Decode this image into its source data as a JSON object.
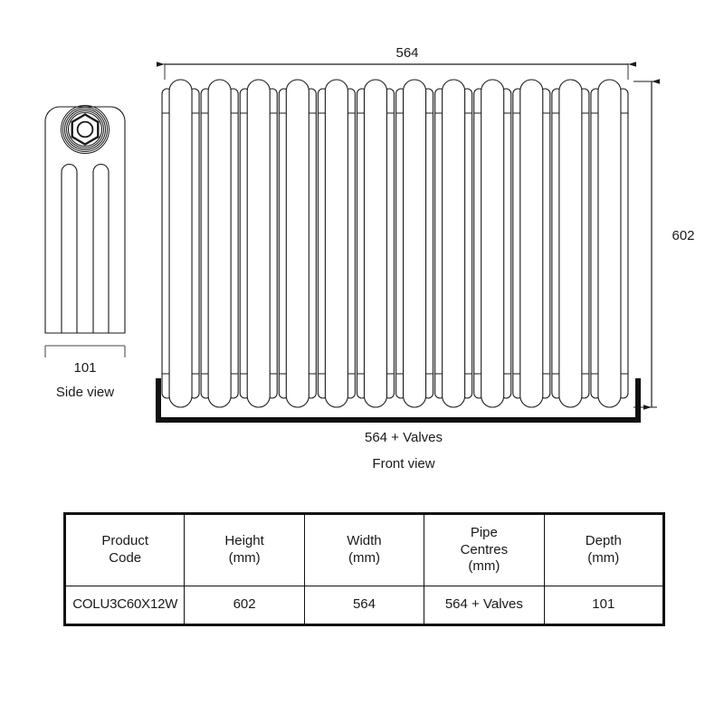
{
  "drawing": {
    "front_view": {
      "caption": "Front view",
      "width_dimension": "564",
      "height_dimension": "602",
      "pipe_centres_dimension": "564 + Valves",
      "section_count": 12,
      "columns_per_section": 3
    },
    "side_view": {
      "caption": "Side view",
      "depth_dimension": "101"
    },
    "line_color": "#1a1a1a",
    "bracket_color": "#111111",
    "background": "#ffffff"
  },
  "spec_table": {
    "headers": [
      {
        "title": "Product",
        "subtitle": "Code"
      },
      {
        "title": "Height",
        "subtitle": "(mm)"
      },
      {
        "title": "Width",
        "subtitle": "(mm)"
      },
      {
        "title": "Pipe",
        "subtitle": "Centres",
        "subtitle2": "(mm)"
      },
      {
        "title": "Depth",
        "subtitle": "(mm)"
      }
    ],
    "row": {
      "product_code": "COLU3C60X12W",
      "height": "602",
      "width": "564",
      "pipe_centres": "564 + Valves",
      "depth": "101"
    }
  }
}
